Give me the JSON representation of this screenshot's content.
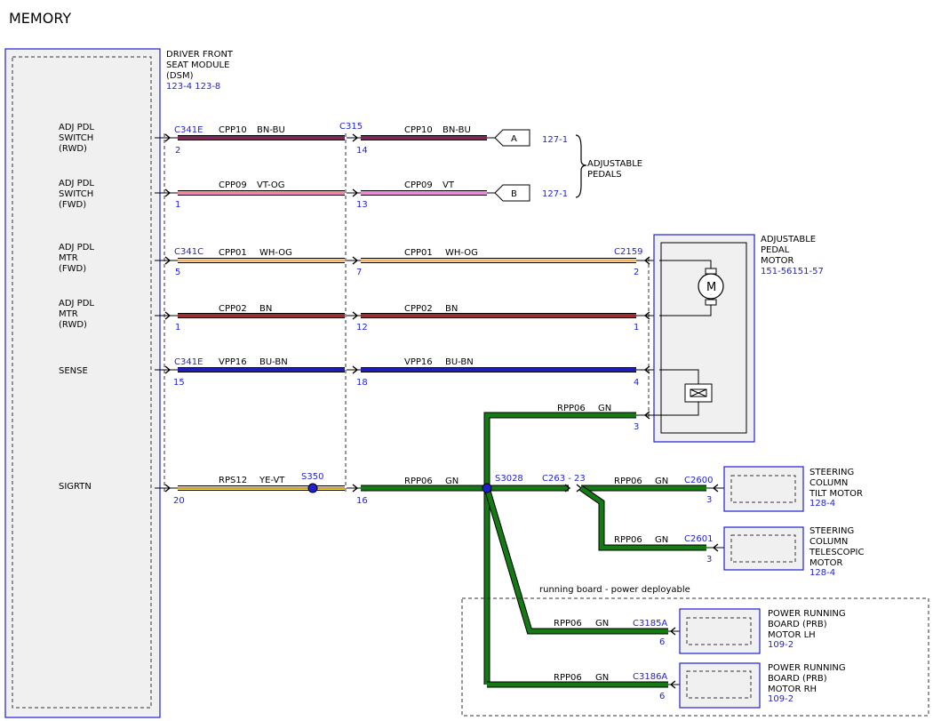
{
  "title": "MEMORY",
  "dsm": {
    "name_lines": [
      "DRIVER FRONT",
      "SEAT MODULE",
      "(DSM)"
    ],
    "refs": "123-4 123-8",
    "pins": [
      {
        "lines": [
          "ADJ PDL",
          "SWITCH",
          "(RWD)"
        ]
      },
      {
        "lines": [
          "ADJ PDL",
          "SWITCH",
          "(FWD)"
        ]
      },
      {
        "lines": [
          "ADJ PDL",
          "MTR",
          "(FWD)"
        ]
      },
      {
        "lines": [
          "ADJ PDL",
          "MTR",
          "(RWD)"
        ]
      },
      {
        "lines": [
          "SENSE"
        ]
      },
      {
        "lines": [
          "SIGRTN"
        ]
      }
    ]
  },
  "connectors": {
    "c341e": "C341E",
    "c341c": "C341C",
    "c341e_b": "C341E",
    "c315": "C315",
    "c2159": "C2159",
    "c263": "C263 - 23",
    "c2600": "C2600",
    "c2601": "C2601",
    "c3185a": "C3185A",
    "c3186a": "C3186A"
  },
  "splices": {
    "s350": "S350",
    "s3028": "S3028"
  },
  "wires": [
    {
      "circuit": "CPP10",
      "color": "BN-BU",
      "circuit2": "CPP10",
      "color2": "BN-BU",
      "pin_left": "2",
      "pin_mid": "14"
    },
    {
      "circuit": "CPP09",
      "color": "VT-OG",
      "circuit2": "CPP09",
      "color2": "VT",
      "pin_left": "1",
      "pin_mid": "13"
    },
    {
      "circuit": "CPP01",
      "color": "WH-OG",
      "circuit2": "CPP01",
      "color2": "WH-OG",
      "pin_left": "5",
      "pin_mid": "7",
      "pin_right": "2"
    },
    {
      "circuit": "CPP02",
      "color": "BN",
      "circuit2": "CPP02",
      "color2": "BN",
      "pin_left": "1",
      "pin_mid": "12",
      "pin_right": "1"
    },
    {
      "circuit": "VPP16",
      "color": "BU-BN",
      "circuit2": "VPP16",
      "color2": "BU-BN",
      "pin_left": "15",
      "pin_mid": "18",
      "pin_right": "4"
    },
    {
      "circuit": "RPS12",
      "color": "YE-VT",
      "circuit2": "RPP06",
      "color2": "GN",
      "pin_left": "20",
      "pin_mid": "16"
    }
  ],
  "offpage": [
    {
      "letter": "A",
      "ref": "127-1"
    },
    {
      "letter": "B",
      "ref": "127-1"
    }
  ],
  "adjustable_pedals_lines": [
    "ADJUSTABLE",
    "PEDALS"
  ],
  "pedal_motor": {
    "name_lines": [
      "ADJUSTABLE",
      "PEDAL",
      "MOTOR"
    ],
    "refs": "151-56151-57",
    "motor_symbol": "M",
    "rpp_circuit": "RPP06",
    "rpp_color": "GN",
    "rpp_pin": "3"
  },
  "tilt_motor": {
    "name_lines": [
      "STEERING",
      "COLUMN",
      "TILT MOTOR"
    ],
    "ref": "128-4",
    "circuit": "RPP06",
    "color": "GN",
    "pin": "3"
  },
  "telescopic_motor": {
    "name_lines": [
      "STEERING",
      "COLUMN",
      "TELESCOPIC",
      "MOTOR"
    ],
    "ref": "128-4",
    "circuit": "RPP06",
    "color": "GN",
    "pin": "3"
  },
  "running_board_group": "running board - power deployable",
  "prb_lh": {
    "name_lines": [
      "POWER RUNNING",
      "BOARD (PRB)",
      "MOTOR LH"
    ],
    "ref": "109-2",
    "circuit": "RPP06",
    "color": "GN",
    "pin": "6"
  },
  "prb_rh": {
    "name_lines": [
      "POWER RUNNING",
      "BOARD (PRB)",
      "MOTOR RH"
    ],
    "ref": "109-2",
    "circuit": "RPP06",
    "color": "GN",
    "pin": "6"
  },
  "wire_colors": {
    "bn_bu": "#7a2a55",
    "vt": "#e98ad8",
    "wh_og": "#f2d8a8",
    "bn": "#9b2f2f",
    "bu_bn": "#1d1db8",
    "ye": "#f5e52a",
    "gn": "#147a14",
    "blue_label": "#1f1fd6"
  }
}
